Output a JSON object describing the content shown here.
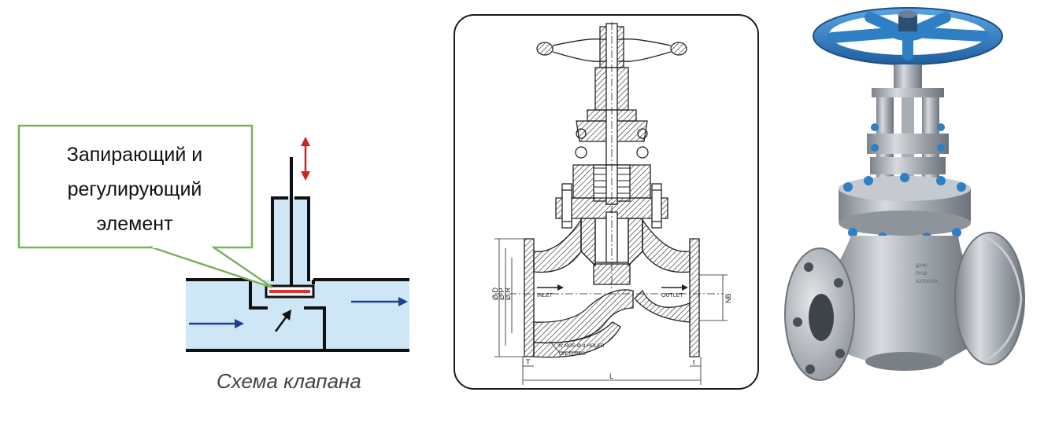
{
  "schematic": {
    "callout_label": "Запирающий и\nрегулирующий\nэлемент",
    "caption": "Схема клапана",
    "colors": {
      "pipe_fill": "#cfe6f7",
      "callout_border": "#79b25a",
      "arrow_red": "#d42020",
      "flow_arrow": "#1f3f8c",
      "disc": "#e03030"
    }
  },
  "drawing": {
    "dims": {
      "d": "Ø D",
      "p": "Ø P",
      "r": "Ø R",
      "nb": "NB",
      "l": "L",
      "t_left": "T",
      "t_right": "t"
    },
    "inlet": "INLET",
    "outlet": "OUTLET",
    "holes_note_1": "'N' NOS.Ø d  HOLES",
    "holes_note_2": "ON 'P' PCD"
  },
  "render": {
    "colors": {
      "handwheel": "#2f7fc4",
      "body": "#b7bcc2",
      "bolts": "#2f7fc4"
    },
    "stamp_lines": [
      "ДУ40",
      "РУ16",
      "ХХХХХХХ"
    ]
  }
}
